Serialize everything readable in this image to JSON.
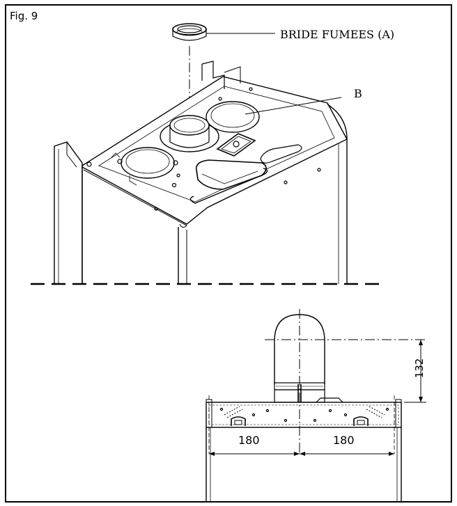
{
  "figure": {
    "label": "Fig. 9"
  },
  "callouts": {
    "flange": "BRIDE FUMEES (A)",
    "b": "B"
  },
  "dimensions": {
    "height": "132",
    "left_offset": "180",
    "right_offset": "180"
  },
  "colors": {
    "line": "#000000",
    "background": "#ffffff"
  }
}
